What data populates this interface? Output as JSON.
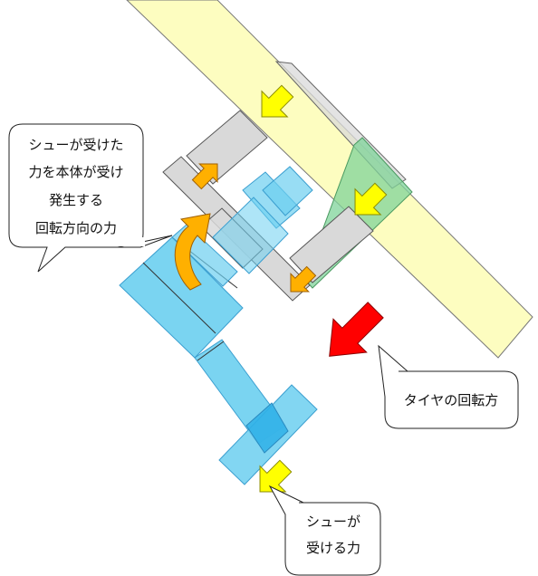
{
  "callouts": {
    "shoe_rotation": {
      "lines": [
        "シューが受けた",
        "力を本体が受け",
        "発生する",
        "回転方向の力"
      ]
    },
    "tire_rotation": {
      "lines": [
        "タイヤの回転方"
      ]
    },
    "shoe_force": {
      "lines": [
        "シューが",
        "受ける力"
      ]
    }
  },
  "colors": {
    "tire": "#fdfdc0",
    "shoe_plate": "#80cc90",
    "gray_part": "#d9d9d9",
    "blue_part": "#6ccff0",
    "yellow_arrow": "#ffff00",
    "orange_arrow": "#ffb000",
    "red_arrow": "#ff0000"
  },
  "icons": {
    "yellow_arrow": "down-left-arrow",
    "orange_arrow": "diagonal-arrow",
    "curved_arrow": "rotation-arrow",
    "red_arrow": "down-left-arrow"
  }
}
